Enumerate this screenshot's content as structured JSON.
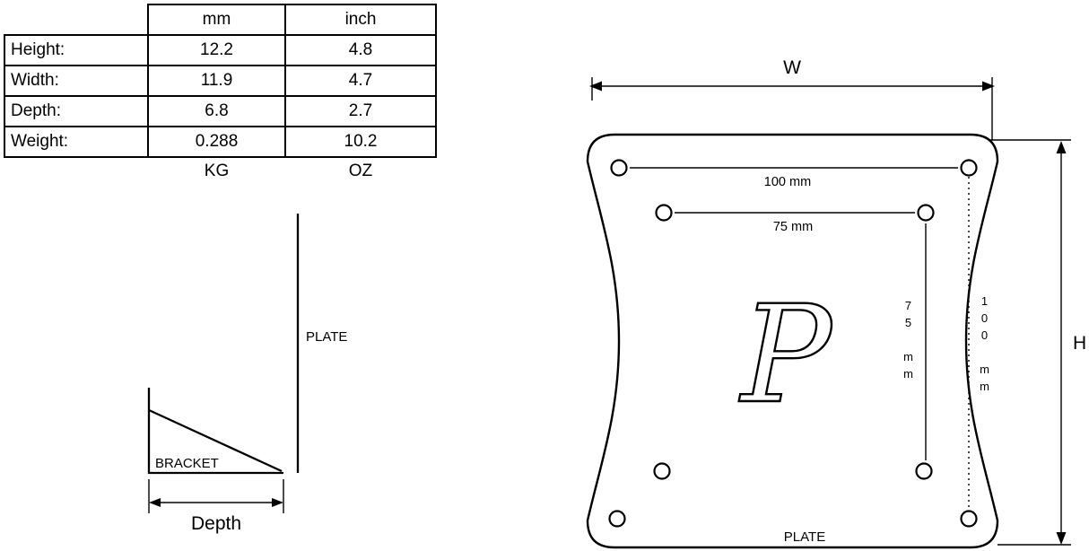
{
  "table": {
    "unit_headers": [
      "mm",
      "inch"
    ],
    "rows": [
      {
        "label": "Height:",
        "mm": "12.2",
        "inch": "4.8"
      },
      {
        "label": "Width:",
        "mm": "11.9",
        "inch": "4.7"
      },
      {
        "label": "Depth:",
        "mm": "6.8",
        "inch": "2.7"
      },
      {
        "label": "Weight:",
        "mm": "0.288",
        "inch": "10.2"
      }
    ],
    "unit_footers": [
      "KG",
      "OZ"
    ]
  },
  "side_view": {
    "plate_label": "PLATE",
    "bracket_label": "BRACKET",
    "depth_label": "Depth"
  },
  "front_view": {
    "width_label": "W",
    "height_label": "H",
    "hole_spacing_horizontal_outer": "100 mm",
    "hole_spacing_horizontal_inner": "75 mm",
    "hole_spacing_vertical_inner": "75 mm",
    "hole_spacing_vertical_outer": "100 mm",
    "plate_label": "PLATE",
    "logo_letter": "P"
  },
  "colors": {
    "line": "#000000",
    "background": "#ffffff"
  }
}
